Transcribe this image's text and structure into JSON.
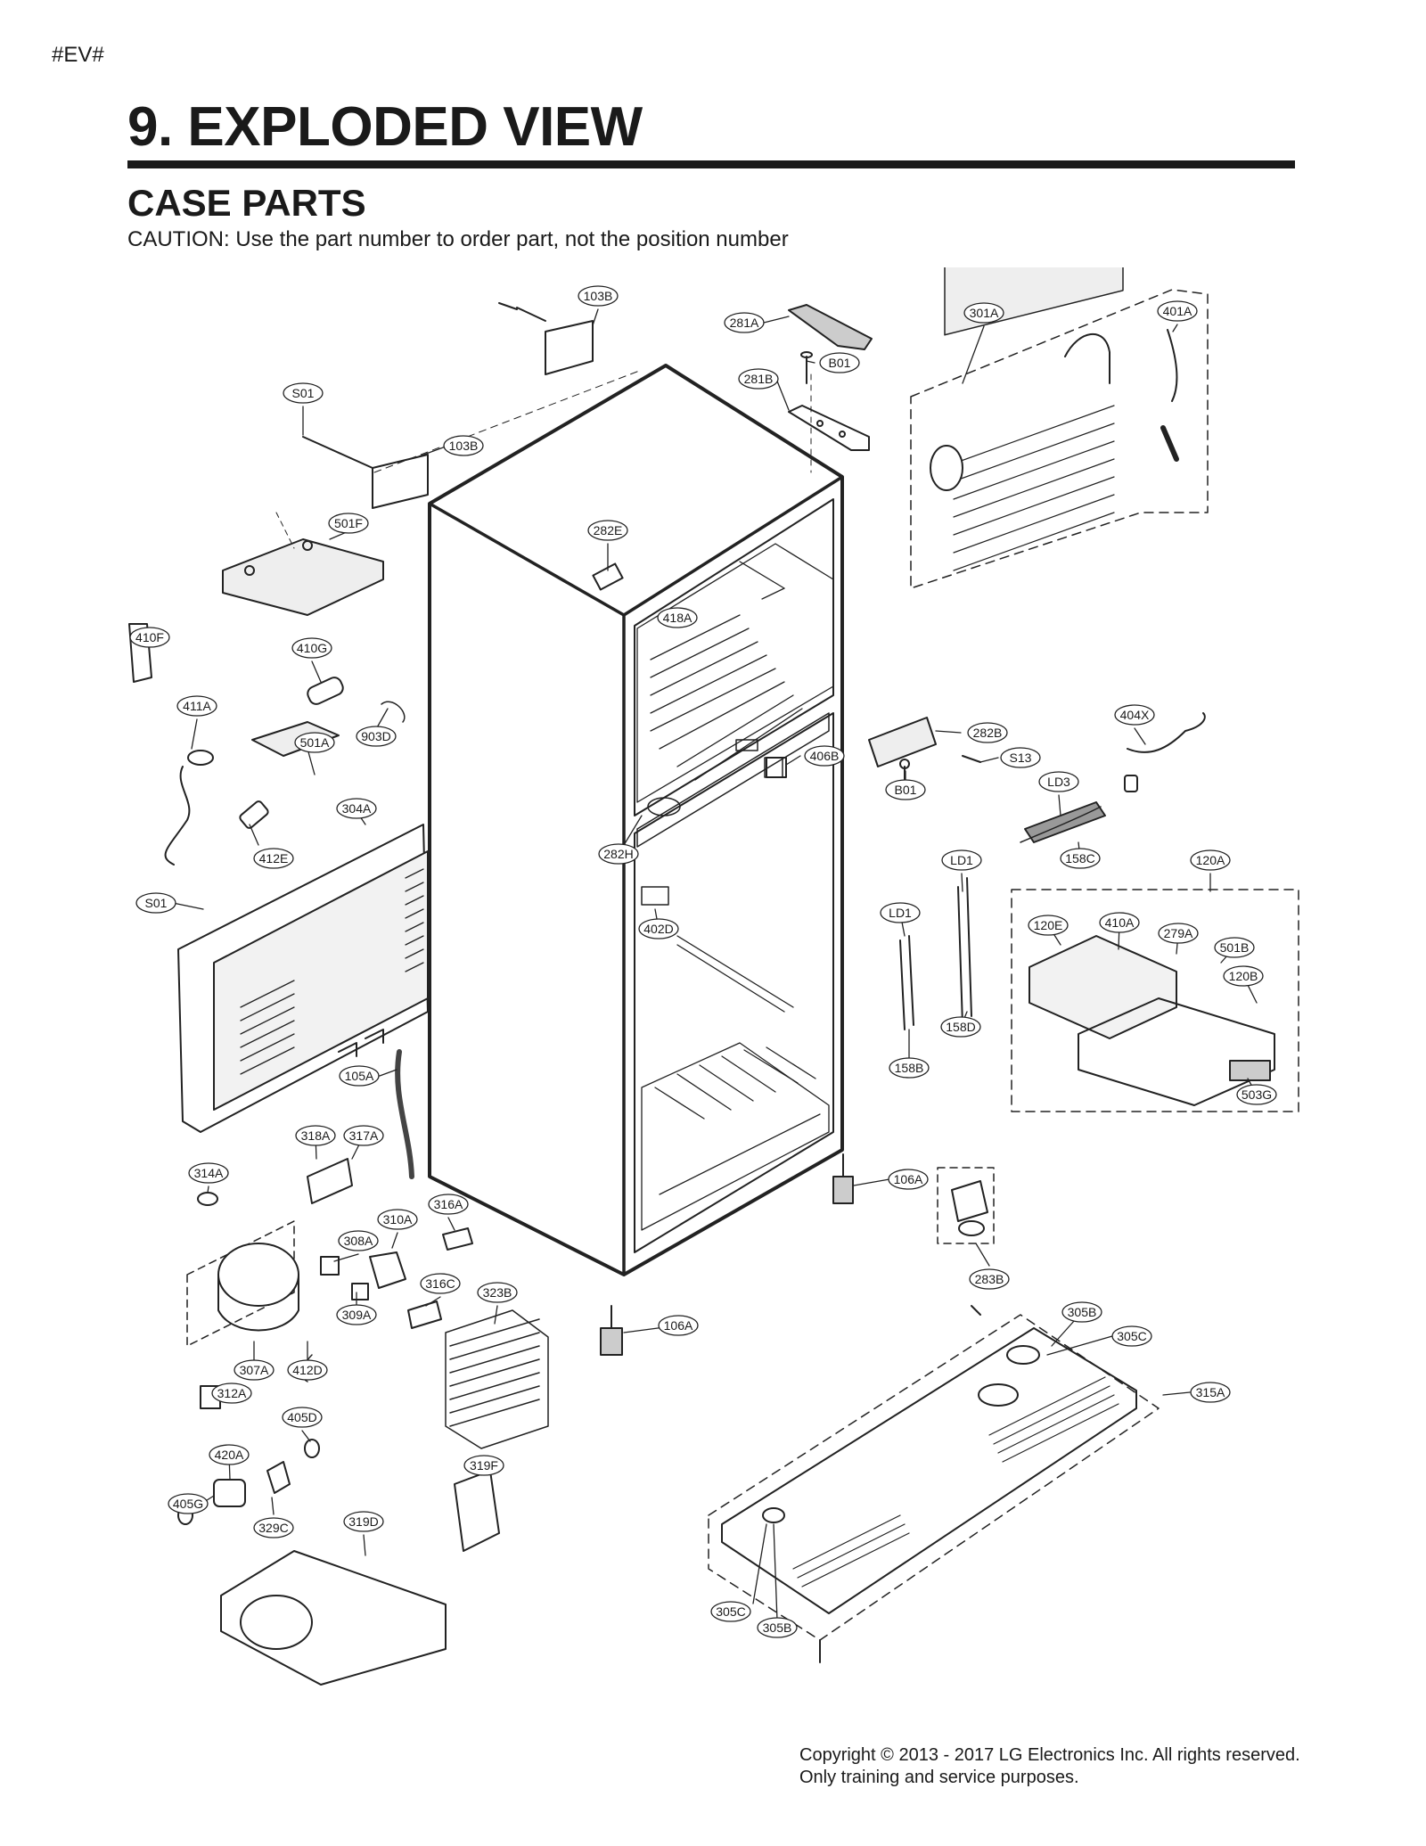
{
  "page_tag": "#EV#",
  "title": "9. EXPLODED VIEW",
  "subtitle": "CASE PARTS",
  "caution": "CAUTION: Use the part number to order part, not the position number",
  "copyright": {
    "line1": "Copyright © 2013 - 2017 LG Electronics Inc. All rights reserved.",
    "line2": "Only training and service purposes."
  },
  "part_labels": [
    "103B",
    "103B",
    "S01",
    "281A",
    "B01",
    "281B",
    "301A",
    "401A",
    "501F",
    "282E",
    "418A",
    "410F",
    "410G",
    "411A",
    "903D",
    "501A",
    "282B",
    "S13",
    "406B",
    "B01",
    "404X",
    "LD3",
    "304A",
    "282H",
    "412E",
    "158C",
    "LD1",
    "120A",
    "S01",
    "LD1",
    "120E",
    "410A",
    "279A",
    "501B",
    "402D",
    "120B",
    "158D",
    "158B",
    "503G",
    "105A",
    "318A",
    "317A",
    "106A",
    "314A",
    "316A",
    "310A",
    "283B",
    "308A",
    "316C",
    "323B",
    "309A",
    "106A",
    "305B",
    "305C",
    "307A",
    "412D",
    "312A",
    "315A",
    "405D",
    "420A",
    "319F",
    "405G",
    "329C",
    "319D",
    "305C",
    "305B"
  ]
}
